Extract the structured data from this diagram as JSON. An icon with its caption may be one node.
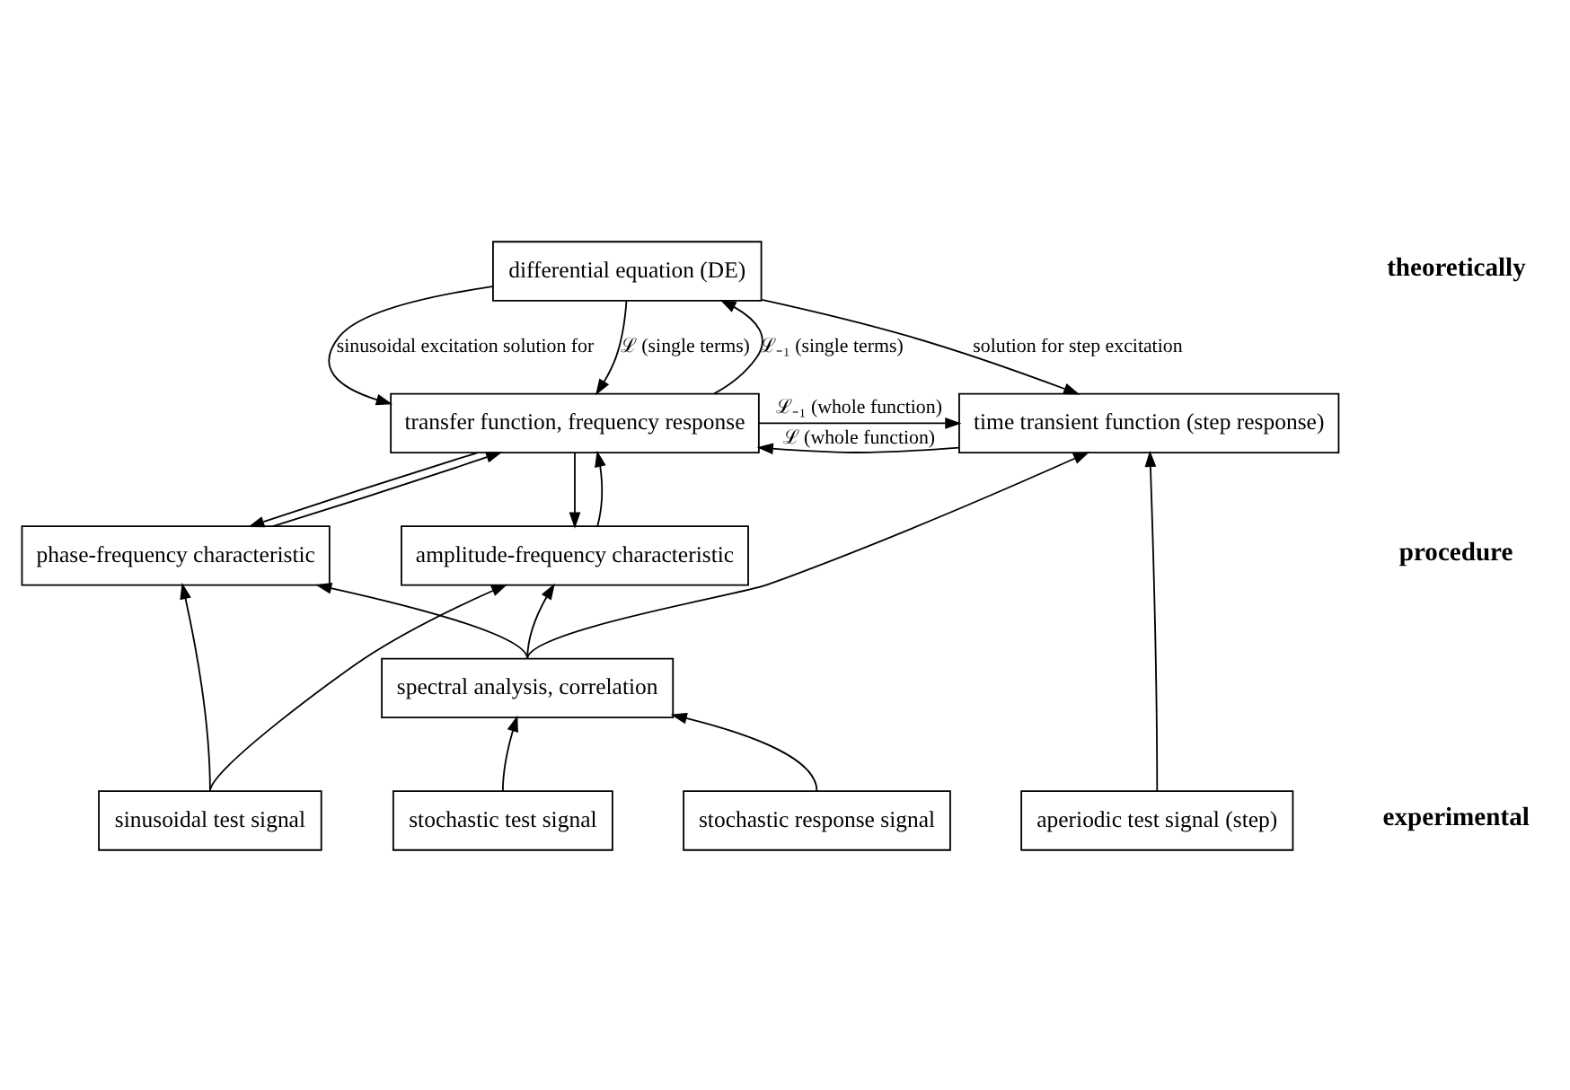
{
  "diagram": {
    "nodes": [
      {
        "text": [
          "differential equation (DE)"
        ]
      },
      {
        "text": [
          "transfer function, frequency response"
        ]
      },
      {
        "text": [
          "time transient function (step response)"
        ]
      },
      {
        "text": [
          "amplitude-frequency characteristic"
        ]
      },
      {
        "text": [
          "phase-frequency characteristic"
        ]
      },
      {
        "text": [
          "spectral analysis, correlation"
        ]
      },
      {
        "text": [
          "sinusoidal test signal"
        ]
      },
      {
        "text": [
          "stochastic test signal"
        ]
      },
      {
        "text": [
          "stochastic response signal"
        ]
      },
      {
        "text": [
          "aperiodic test signal (step)"
        ]
      }
    ],
    "edges": [
      {
        "from": 0,
        "to": 1,
        "arrow": "to",
        "label": "sinusoidal excitation solution for"
      },
      {
        "from": 0,
        "to": 2,
        "arrow": "to",
        "label": "solution for step excitation"
      },
      {
        "from": 0,
        "to": 1,
        "arrow": "to",
        "label": "ℒ (single terms)"
      },
      {
        "from": 1,
        "to": 0,
        "arrow": "to",
        "label": "ℒ₋₁ (single terms)"
      },
      {
        "from": 1,
        "to": 2,
        "arrow": "to",
        "label": "ℒ₋₁ (whole function)"
      },
      {
        "from": 2,
        "to": 1,
        "arrow": "to",
        "label": "ℒ (whole function)"
      },
      {
        "from": 1,
        "to": 3,
        "arrow": "to"
      },
      {
        "from": 3,
        "to": 1,
        "arrow": "to"
      },
      {
        "from": 4,
        "to": 1,
        "arrow": "to"
      },
      {
        "from": 1,
        "to": 4,
        "arrow": "to"
      },
      {
        "from": 6,
        "to": 3,
        "arrow": "to"
      },
      {
        "from": 6,
        "to": 4,
        "arrow": "to"
      },
      {
        "from": 5,
        "to": 3,
        "arrow": "to"
      },
      {
        "from": 5,
        "to": 4,
        "arrow": "to"
      },
      {
        "from": 5,
        "to": 2,
        "arrow": "to"
      },
      {
        "from": 7,
        "to": 5,
        "arrow": "to"
      },
      {
        "from": 8,
        "to": 5,
        "arrow": "to"
      },
      {
        "from": 9,
        "to": 2,
        "arrow": "to"
      }
    ],
    "labels": [
      "theoretically",
      "procedure",
      "experimental"
    ]
  }
}
